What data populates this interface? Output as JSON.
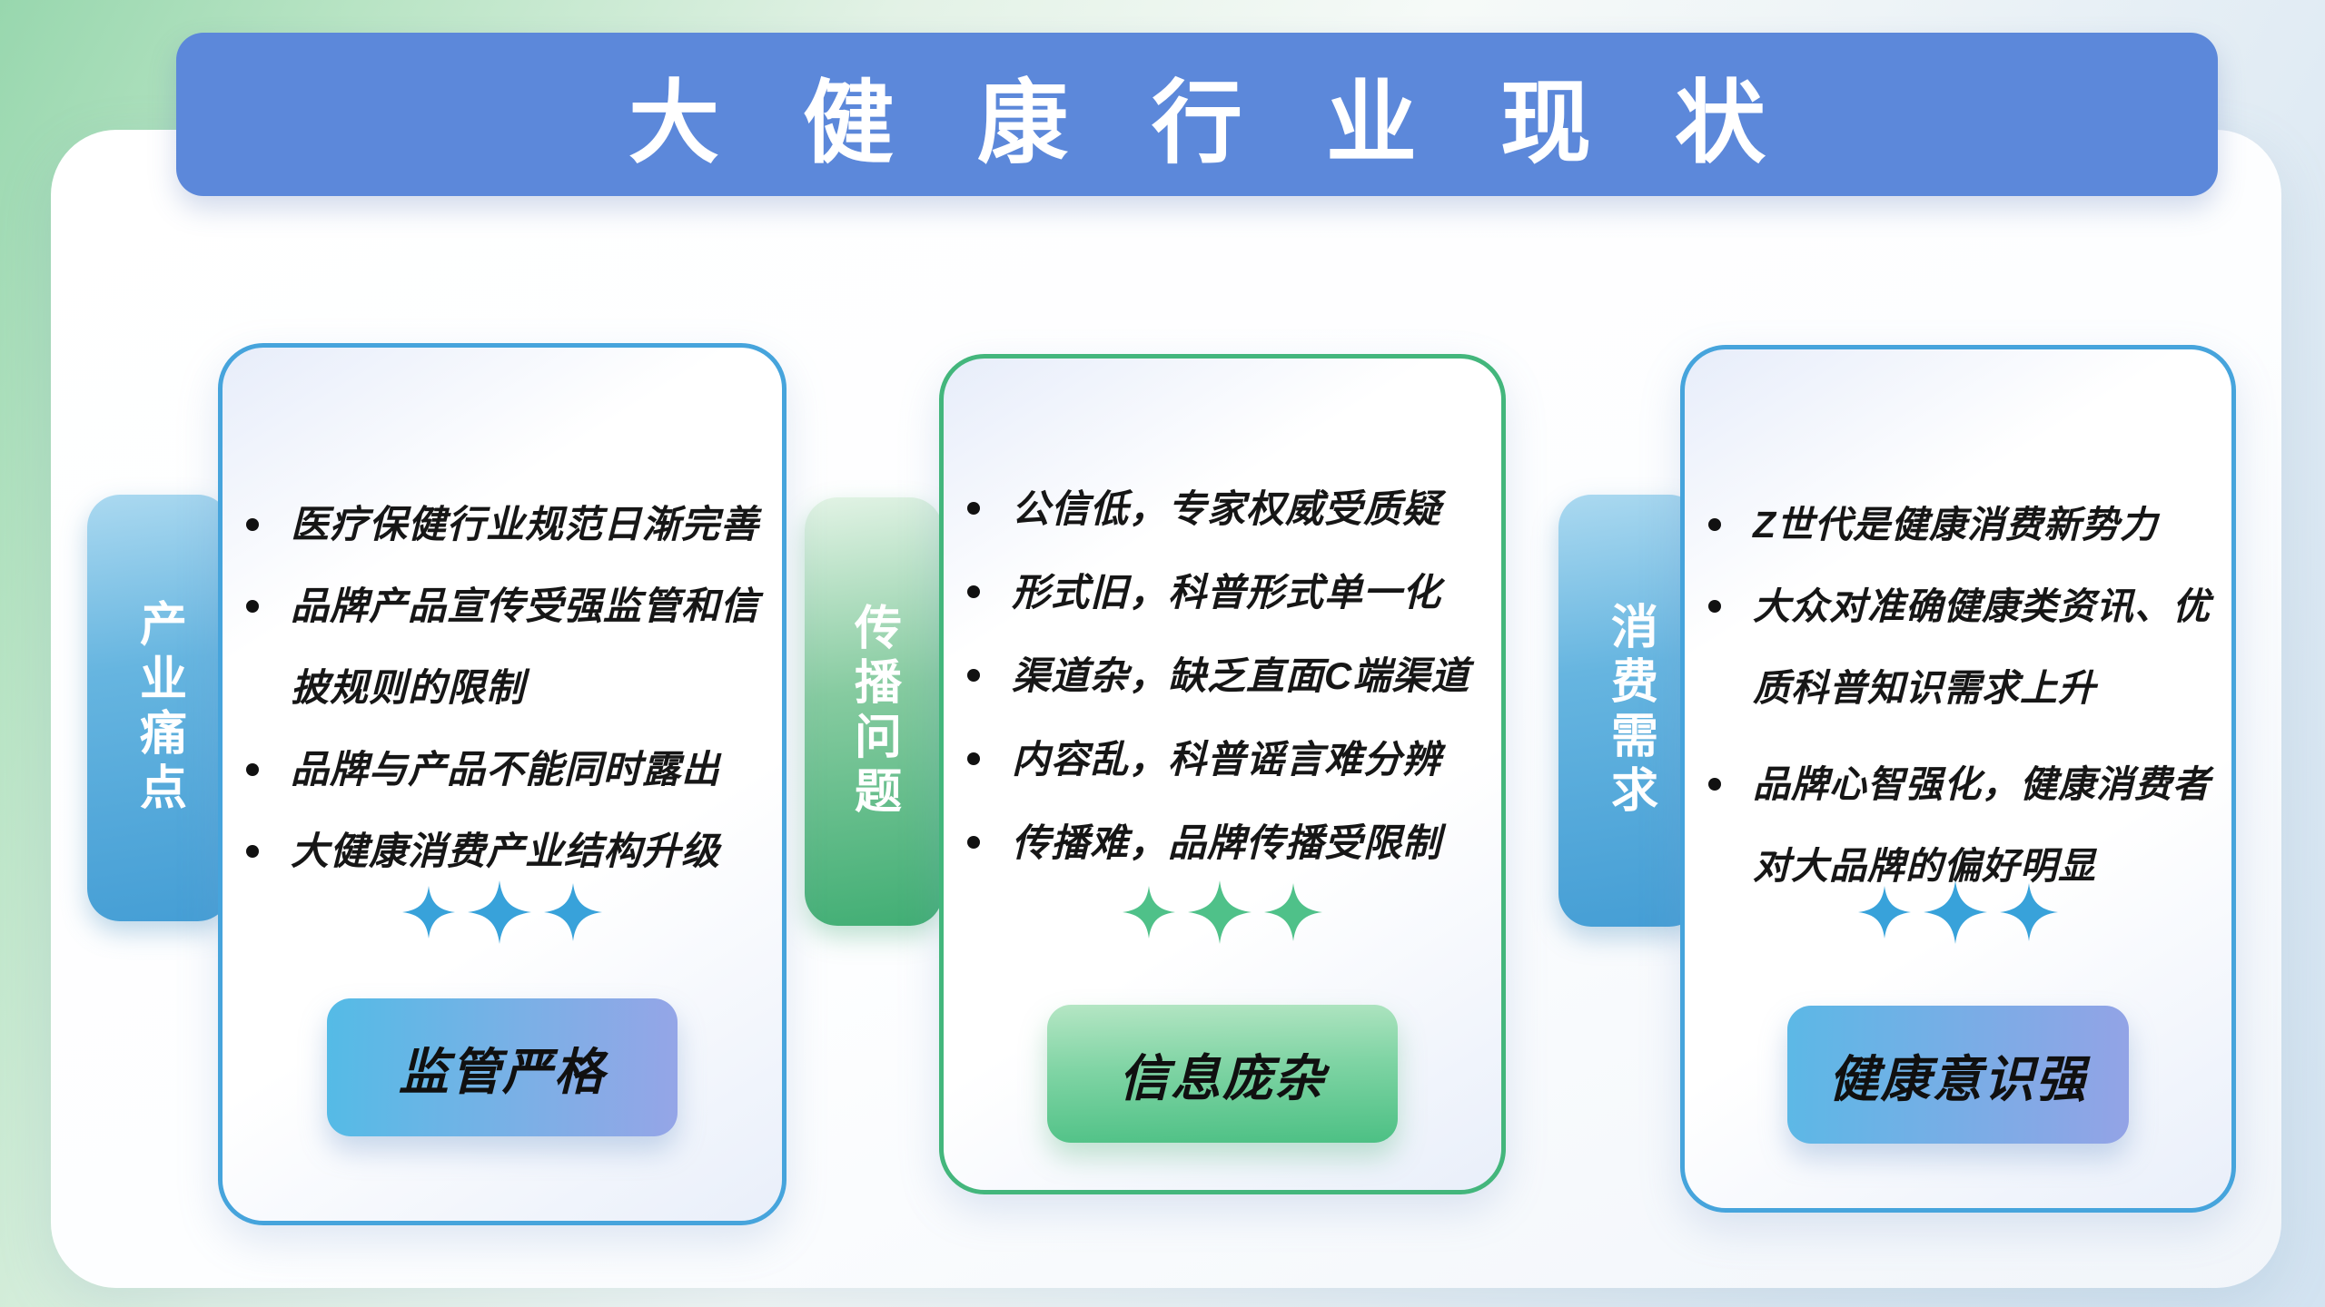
{
  "title": "大健康行业现状",
  "colors": {
    "banner_blue": "#5c88da",
    "card_border_blue": "#46a4dc",
    "card_border_green": "#43b67c",
    "tab_blue": "#58aedd",
    "tab_green": "#41ae74",
    "sparkle_blue": "#38a2da",
    "sparkle_green": "#4fc189",
    "badge_blue_gradient": [
      "#54bbe6",
      "#95a5e7"
    ],
    "badge_green_gradient": [
      "#b5e6c4",
      "#4cc084"
    ],
    "body_text": "#161616",
    "background_green": "#98d7ae",
    "background_blue": "#d3e3f1"
  },
  "columns": [
    {
      "side_label": "产业痛点",
      "accent": "blue",
      "bullets": [
        "医疗保健行业规范日渐完善",
        "品牌产品宣传受强监管和信披规则的限制",
        "品牌与产品不能同时露出",
        "大健康消费产业结构升级"
      ],
      "badge": "监管严格"
    },
    {
      "side_label": "传播问题",
      "accent": "green",
      "bullets": [
        "公信低，专家权威受质疑",
        "形式旧，科普形式单一化",
        "渠道杂，缺乏直面C端渠道",
        "内容乱，科普谣言难分辨",
        "传播难，品牌传播受限制"
      ],
      "badge": "信息庞杂"
    },
    {
      "side_label": "消费需求",
      "accent": "blue",
      "bullets": [
        "Z世代是健康消费新势力",
        "大众对准确健康类资讯、优质科普知识需求上升",
        "品牌心智强化，健康消费者对大品牌的偏好明显"
      ],
      "badge": "健康意识强"
    }
  ]
}
